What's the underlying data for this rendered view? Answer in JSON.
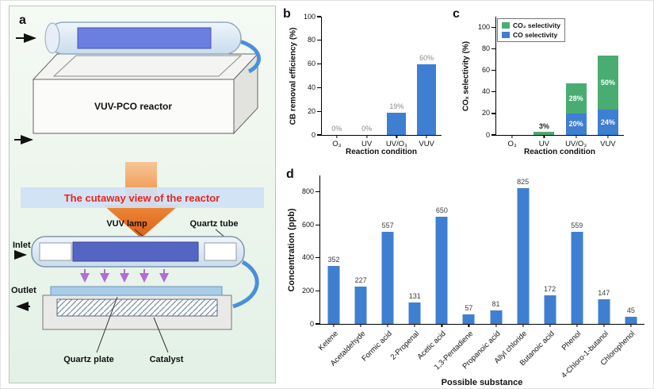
{
  "panel_a": {
    "letter": "a",
    "reactor_label": "VUV-PCO reactor",
    "arrow_banner": "The cutaway view of the reactor",
    "banner_color": "#e8241d",
    "colors": {
      "lamp": "#5565c4",
      "lamp_top": "#6b7fe0",
      "pipe": "#4a90d9",
      "plate": "#a9cce8",
      "uv_ray": "#b46bd6",
      "banner_bg": "#cfe1f6"
    },
    "labels": {
      "vuv_lamp": "VUV lamp",
      "quartz_tube": "Quartz tube",
      "inlet": "Inlet",
      "outlet": "Outlet",
      "quartz_plate": "Quartz plate",
      "catalyst": "Catalyst"
    }
  },
  "chart_data": [
    {
      "id": "b",
      "panel_label": "b",
      "type": "bar",
      "xlabel": "Reaction condition",
      "ylabel": "CB removal efficiency (%)",
      "ylim": [
        0,
        100
      ],
      "yticks": [
        0,
        20,
        40,
        60,
        80,
        100
      ],
      "categories": [
        "O₃",
        "UV",
        "UV/O₃",
        "VUV"
      ],
      "values": [
        0,
        0,
        19,
        60
      ],
      "bar_labels": [
        "0%",
        "0%",
        "19%",
        "60%"
      ],
      "bar_color": "#3f7fd1",
      "grid": false,
      "legend_position": "none"
    },
    {
      "id": "c",
      "panel_label": "c",
      "type": "stacked-bar",
      "xlabel": "Reaction condition",
      "ylabel": "COₓ selectivity (%)",
      "ylim": [
        0,
        110
      ],
      "yticks": [
        0,
        20,
        40,
        60,
        80,
        100
      ],
      "categories": [
        "O₃",
        "UV",
        "UV/O₃",
        "VUV"
      ],
      "series": [
        {
          "name": "CO selectivity",
          "color": "#3f7fd1",
          "values": [
            0,
            0,
            20,
            24
          ],
          "labels": [
            "",
            "",
            "20%",
            "24%"
          ]
        },
        {
          "name": "CO₂ selectivity",
          "color": "#49ad72",
          "values": [
            0,
            3,
            28,
            50
          ],
          "labels": [
            "",
            "3%",
            "28%",
            "50%"
          ]
        }
      ],
      "grid": false,
      "legend_position": "upper-left"
    },
    {
      "id": "d",
      "panel_label": "d",
      "type": "bar",
      "xlabel": "Possible substance",
      "ylabel": "Concentration (ppb)",
      "ylim": [
        0,
        900
      ],
      "yticks": [
        0,
        200,
        400,
        600,
        800
      ],
      "categories": [
        "Ketene",
        "Acetaldehyde",
        "Formic acid",
        "2-Propenal",
        "Acetic acid",
        "1,3-Pentadiene",
        "Propanoic acid",
        "Allyl chloride",
        "Butanoic acid",
        "Phenol",
        "4-Chloro-1-butanol",
        "Chlorophenol"
      ],
      "values": [
        352,
        227,
        557,
        131,
        650,
        57,
        81,
        825,
        172,
        559,
        147,
        45
      ],
      "bar_labels": [
        "352",
        "227",
        "557",
        "131",
        "650",
        "57",
        "81",
        "825",
        "172",
        "559",
        "147",
        "45"
      ],
      "bar_color": "#3f7fd1",
      "rotate_categories": true,
      "grid": false,
      "legend_position": "none"
    }
  ]
}
